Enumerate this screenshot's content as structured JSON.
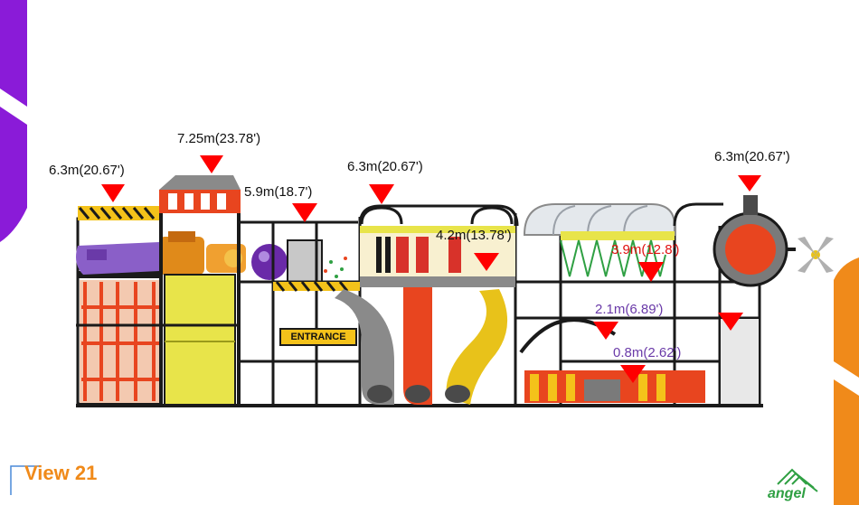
{
  "view": {
    "title": "View 21"
  },
  "brand": {
    "name": "angel"
  },
  "signs": {
    "entrance": "ENTRANCE"
  },
  "icons": [
    "height-marker-triangle-icon",
    "angel-logo-icon",
    "fan-icon",
    "star-icon"
  ],
  "colors": {
    "marker": "#ff0000",
    "label_dark": "#111111",
    "label_red": "#e01010",
    "label_purple": "#6a3aa8",
    "title_orange": "#f08a1a",
    "brand_green": "#2fa043",
    "frame": "#1a1a1a",
    "accent_purple": "#8a1bd8",
    "accent_orange": "#f08a1a"
  },
  "heights": [
    {
      "id": "h1",
      "text": "6.3m(20.67')",
      "color": "dark"
    },
    {
      "id": "h2",
      "text": "7.25m(23.78')",
      "color": "dark"
    },
    {
      "id": "h3",
      "text": "5.9m(18.7')",
      "color": "dark"
    },
    {
      "id": "h4",
      "text": "6.3m(20.67')",
      "color": "dark"
    },
    {
      "id": "h5",
      "text": "4.2m(13.78')",
      "color": "dark"
    },
    {
      "id": "h6",
      "text": "3.9m(12.8')",
      "color": "red"
    },
    {
      "id": "h7",
      "text": "2.1m(6.89')",
      "color": "purple"
    },
    {
      "id": "h8",
      "text": "0.8m(2.62')",
      "color": "purple"
    },
    {
      "id": "h9",
      "text": "6.3m(20.67')",
      "color": "dark"
    }
  ]
}
